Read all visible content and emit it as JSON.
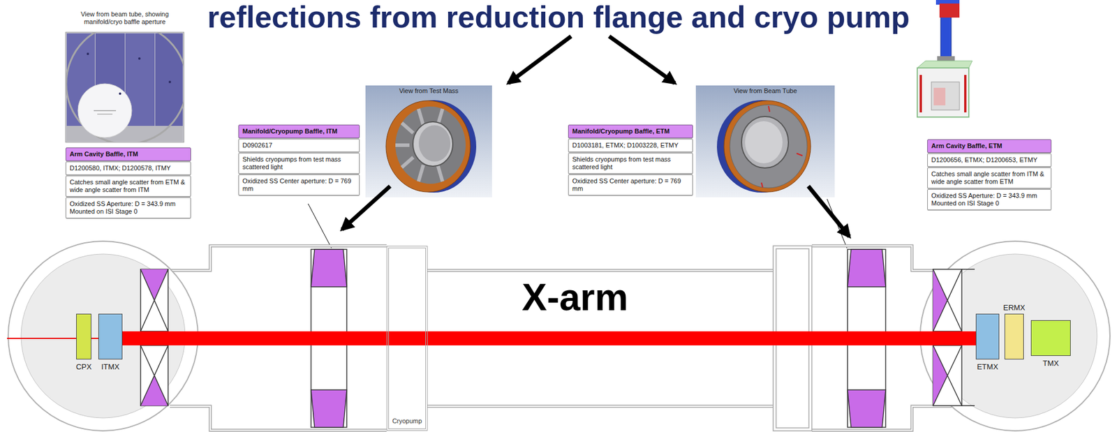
{
  "diagram": {
    "title": "reflections from reduction flange and cryo pump",
    "nodes": [
      {
        "text": [
          "View from beam tube, showing manifold/cryo baffle aperture"
        ]
      },
      {
        "text": [
          "Arm Cavity Baffle, ITM",
          "D1200580, ITMX; D1200578, ITMY",
          "Catches small angle scatter from ETM & wide angle scatter from ITM",
          "Oxidized SS Aperture: D = 343.9 mm Mounted on ISI Stage 0"
        ]
      },
      {
        "text": [
          "Manifold/Cryopump Baffle, ITM",
          "D0902617",
          "Shields cryopumps from test mass scattered light",
          "Oxidized SS Center aperture: D = 769 mm"
        ]
      },
      {
        "text": [
          "View from Test Mass"
        ]
      },
      {
        "text": [
          "View from Beam Tube"
        ]
      },
      {
        "text": [
          "Manifold/Cryopump Baffle, ETM",
          "D1003181, ETMX; D1003228, ETMY",
          "Shields cryopumps from test mass scattered light",
          "Oxidized SS Center aperture: D = 769 mm"
        ]
      },
      {
        "text": [
          "Arm Cavity Baffle, ETM",
          "D1200656, ETMX; D1200653, ETMY",
          "Catches small angle scatter from ITM & wide angle scatter from ETM",
          "Oxidized SS Aperture: D = 343.9 mm Mounted on ISI Stage 0"
        ]
      },
      {
        "text": [
          "CPX"
        ]
      },
      {
        "text": [
          "ITMX"
        ]
      },
      {
        "text": [
          "Cryopump"
        ]
      },
      {
        "text": [
          "ERMX"
        ]
      },
      {
        "text": [
          "ETMX"
        ]
      },
      {
        "text": [
          "TMX"
        ]
      }
    ],
    "labels": [
      "X-arm"
    ]
  }
}
